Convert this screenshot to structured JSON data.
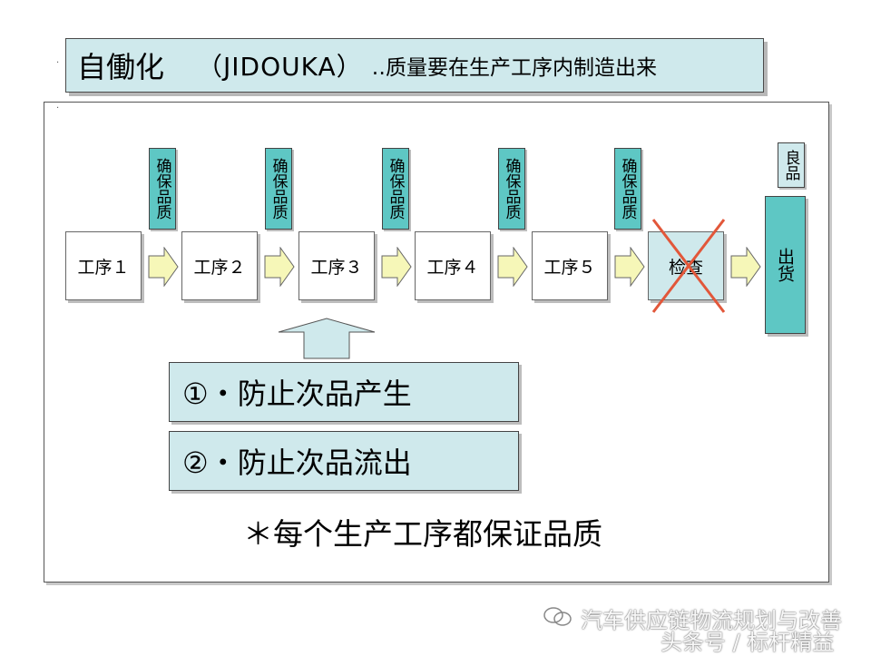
{
  "title": {
    "main": "自働化",
    "roman": "（JIDOUKA）",
    "sub": "‥质量要在生产工序内制造出来"
  },
  "processes": [
    {
      "label": "工序１"
    },
    {
      "label": "工序２"
    },
    {
      "label": "工序３"
    },
    {
      "label": "工序４"
    },
    {
      "label": "工序５"
    }
  ],
  "quality_tag": "确保品质",
  "inspection": {
    "label": "检查",
    "crossed_out": true
  },
  "good_product_tag": "良品",
  "shipping": "出货",
  "notes": [
    "①・防止次品产生",
    "②・防止次品流出"
  ],
  "footer": "＊每个生产工序都保证品质",
  "watermark": {
    "line1": "汽车供应链物流规划与改善",
    "line2": "头条号 / 标杆精益"
  },
  "colors": {
    "light_fill": "#cfe9ec",
    "teal_fill": "#5ec7c4",
    "arrow_fill": "#f6f7b8",
    "cross": "#e2573a"
  }
}
